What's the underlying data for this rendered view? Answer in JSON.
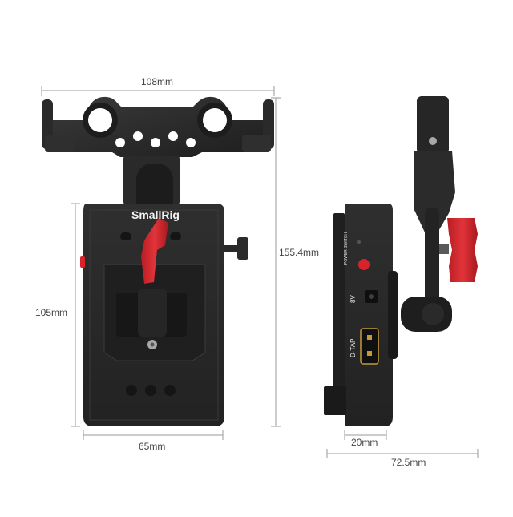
{
  "dimensions": {
    "top_width": "108mm",
    "total_height": "155.4mm",
    "plate_height": "105mm",
    "plate_width": "65mm",
    "depth_inner": "20mm",
    "depth_total": "72.5mm"
  },
  "product_labels": {
    "logo": "SmallRig",
    "power_switch": "POWER SWITCH",
    "output_8v": "8V",
    "dtap": "D-TAP"
  },
  "colors": {
    "body": "#2b2b2b",
    "body_dark": "#1a1a1a",
    "accent_red": "#d8232a",
    "dimension_line": "#9a9a9a",
    "text": "#444444"
  }
}
